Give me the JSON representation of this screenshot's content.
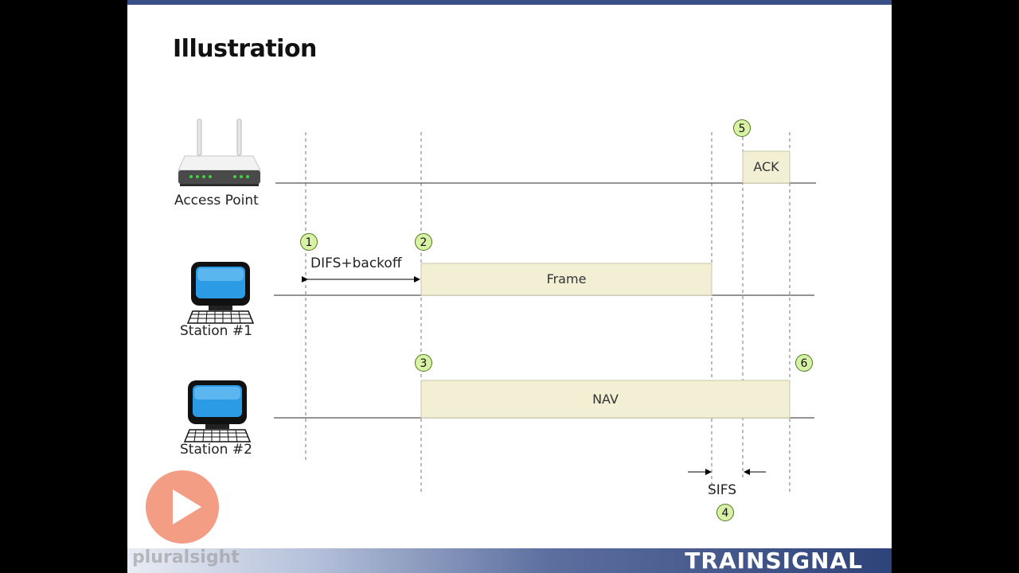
{
  "slide": {
    "title": "Illustration",
    "brand_left": "pluralsight",
    "brand_right": "TRAINSIGNAL"
  },
  "devices": [
    {
      "label": "Access Point",
      "icon": "router-icon"
    },
    {
      "label": "Station #1",
      "icon": "computer-icon"
    },
    {
      "label": "Station #2",
      "icon": "computer-icon"
    }
  ],
  "boxes": {
    "ack": "ACK",
    "frame": "Frame",
    "nav": "NAV"
  },
  "labels": {
    "difs": "DIFS+backoff",
    "sifs": "SIFS"
  },
  "steps": [
    "1",
    "2",
    "3",
    "4",
    "5",
    "6"
  ],
  "colors": {
    "box_fill": "#f3efd5",
    "step_fill": "#d8f1a6",
    "header_bar": "#3a4f86"
  }
}
